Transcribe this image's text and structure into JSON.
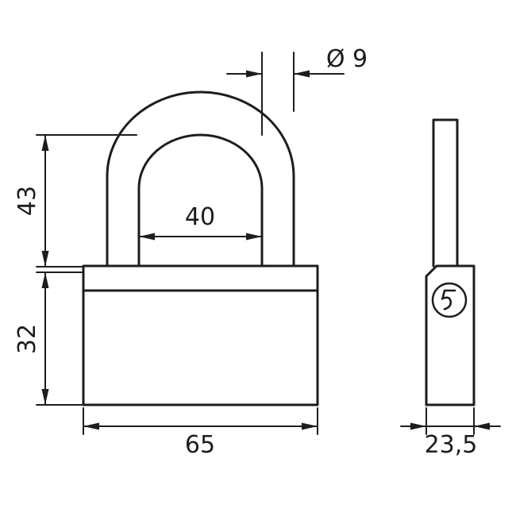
{
  "drawing": {
    "type": "technical-drawing",
    "subject": "padlock",
    "views": [
      "front",
      "side"
    ],
    "line_color": "#1d1d1b",
    "background_color": "#ffffff",
    "dimensions": {
      "shackle_diameter": "Ø 9",
      "shackle_clearance_height": "43",
      "shackle_inner_width": "40",
      "body_height": "32",
      "body_width": "65",
      "body_depth": "23,5"
    }
  }
}
